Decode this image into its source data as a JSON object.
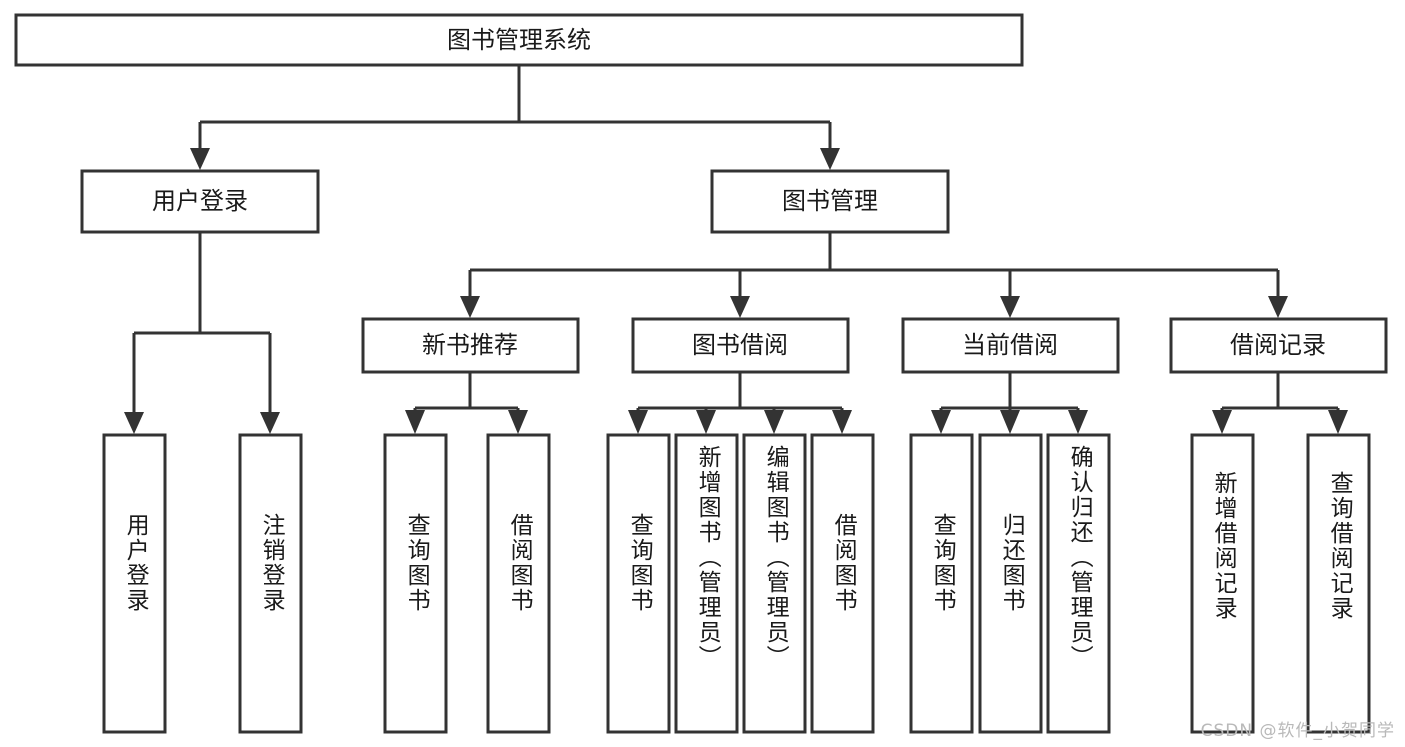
{
  "diagram": {
    "type": "tree",
    "title": "图书管理系统",
    "watermark": "CSDN @软件_小贺同学",
    "colors": {
      "box_stroke": "#333333",
      "box_fill": "#ffffff",
      "connector": "#333333",
      "text": "#1a1a1a",
      "watermark": "#b9b9b9",
      "background": "#ffffff"
    },
    "root": {
      "id": "root",
      "label": "图书管理系统",
      "orientation": "horizontal"
    },
    "level2": [
      {
        "id": "user-login",
        "label": "用户登录",
        "orientation": "horizontal"
      },
      {
        "id": "book-manage",
        "label": "图书管理",
        "orientation": "horizontal"
      }
    ],
    "level3": [
      {
        "id": "new-book-recommend",
        "label": "新书推荐",
        "orientation": "horizontal",
        "parent": "book-manage"
      },
      {
        "id": "book-borrow",
        "label": "图书借阅",
        "orientation": "horizontal",
        "parent": "book-manage"
      },
      {
        "id": "current-borrow",
        "label": "当前借阅",
        "orientation": "horizontal",
        "parent": "book-manage"
      },
      {
        "id": "borrow-record",
        "label": "借阅记录",
        "orientation": "horizontal",
        "parent": "book-manage"
      }
    ],
    "leaves": {
      "user-login": [
        {
          "id": "leaf-user-login",
          "label": "用户登录",
          "orientation": "vertical"
        },
        {
          "id": "leaf-user-logout",
          "label": "注销登录",
          "orientation": "vertical"
        }
      ],
      "new-book-recommend": [
        {
          "id": "leaf-query-book-1",
          "label": "查询图书",
          "orientation": "vertical"
        },
        {
          "id": "leaf-borrow-book-1",
          "label": "借阅图书",
          "orientation": "vertical"
        }
      ],
      "book-borrow": [
        {
          "id": "leaf-query-book-2",
          "label": "查询图书",
          "orientation": "vertical"
        },
        {
          "id": "leaf-add-book",
          "label": "新增图书（管理员）",
          "orientation": "vertical"
        },
        {
          "id": "leaf-edit-book",
          "label": "编辑图书（管理员）",
          "orientation": "vertical"
        },
        {
          "id": "leaf-borrow-book-2",
          "label": "借阅图书",
          "orientation": "vertical"
        }
      ],
      "current-borrow": [
        {
          "id": "leaf-query-book-3",
          "label": "查询图书",
          "orientation": "vertical"
        },
        {
          "id": "leaf-return-book",
          "label": "归还图书",
          "orientation": "vertical"
        },
        {
          "id": "leaf-confirm-return",
          "label": "确认归还（管理员）",
          "orientation": "vertical"
        }
      ],
      "borrow-record": [
        {
          "id": "leaf-add-record",
          "label": "新增借阅记录",
          "orientation": "vertical"
        },
        {
          "id": "leaf-query-record",
          "label": "查询借阅记录",
          "orientation": "vertical"
        }
      ]
    }
  }
}
